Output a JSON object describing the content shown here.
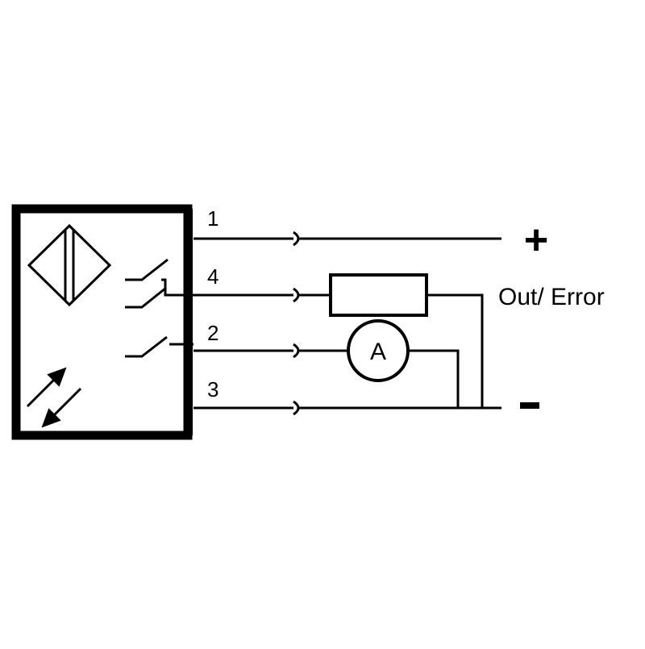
{
  "pins": {
    "p1": "1",
    "p4": "4",
    "p2": "2",
    "p3": "3"
  },
  "terminals": {
    "plus": "+",
    "minus": "-",
    "output": "Out/ Error"
  },
  "meter": {
    "symbol": "A"
  },
  "colors": {
    "line": "#000000",
    "background": "#ffffff"
  }
}
